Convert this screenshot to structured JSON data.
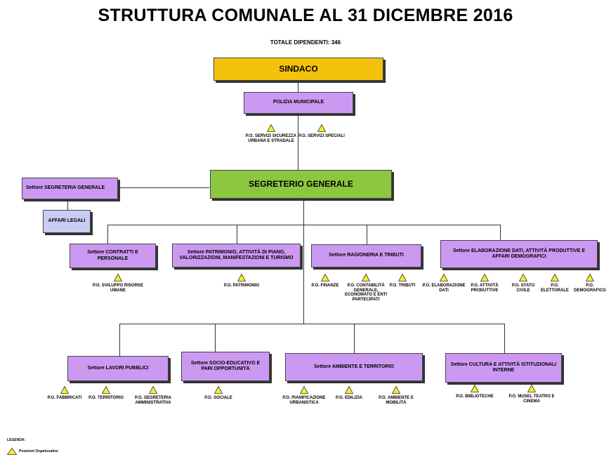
{
  "title": "STRUTTURA COMUNALE AL 31 DICEMBRE 2016",
  "subtitle": "TOTALE DIPENDENTI: 346",
  "colors": {
    "sindaco": "#f4c20d",
    "segretario": "#8dc63f",
    "settore": "#cc99f2",
    "ufficio": "#c9cdf4",
    "triangle": "#f6ef2a"
  },
  "icons": {
    "po_marker": "warning-triangle-icon"
  },
  "sindaco": "SINDACO",
  "polizia": "POLIZIA MUNICIPALE",
  "polizia_po": [
    "P.O. SERVIZI SICUREZZA URBANA E STRADALE",
    "P.O. SERVIZI SPECIALI"
  ],
  "segretario": "SEGRETERIO GENERALE",
  "staff": {
    "segreteria": "Settore SEGRETERIA GENERALE",
    "affari_legali": "AFFARI LEGALI"
  },
  "row1": {
    "contratti": "Settore CONTRATTI E PERSONALE",
    "contratti_po": [
      "P.O. SVILUPPO RISORSE UMANE"
    ],
    "patrimonio": "Settore PATRIMONIO, ATTIVITÀ DI PIANO, VALORIZZAZIONI, MANIFESTAZIONI E TURISMO",
    "patrimonio_po": [
      "P.O. PATRIMONIO"
    ],
    "ragioneria": "Settore RAGIONERIA E TRIBUTI",
    "ragioneria_po": [
      "P.O. FINANZE",
      "P.O. CONTABILITÀ GENERALE, ECONOMATO E ENTI PARTECIPATI",
      "P.O. TRIBUTI"
    ],
    "elaborazione": "Settore ELABORAZIONE DATI, ATTIVITÀ PRODUTTIVE E AFFARI DEMOGRAFICI",
    "elaborazione_po": [
      "P.O. ELABORAZIONE DATI",
      "P.O. ATTIVITÀ PRODUTTIVE",
      "P.O. STATO CIVILE",
      "P.O. ELETTORALE",
      "P.O. DEMOGRAFICO"
    ]
  },
  "row2": {
    "lavori": "Settore LAVORI PUBBLICI",
    "lavori_po": [
      "P.O. FABBRICATI",
      "P.O. TERRITORIO",
      "P.O. SEGRETERIA AMMINISTRATIVA"
    ],
    "socio": "Settore SOCIO-EDUCATIVO E PARI OPPORTUNITÀ",
    "socio_po": [
      "P.O. SOCIALE"
    ],
    "ambiente": "Settore AMBIENTE E TERRITORIO",
    "ambiente_po": [
      "P.O. PIANIFICAZIONE URBANISTICA",
      "P.O. EDILIZIA",
      "P.O. AMBIENTE E MOBILITÀ"
    ],
    "cultura": "Settore CULTURA E ATTIVITÀ ISTITUZIONALI INTERNE",
    "cultura_po": [
      "P.O. BIBLIOTECHE",
      "P.O. MUSEI, TEATRO E CINEMA"
    ]
  },
  "legend": {
    "title": "LEGENDA:",
    "item": "Posizioni Organizzative"
  }
}
